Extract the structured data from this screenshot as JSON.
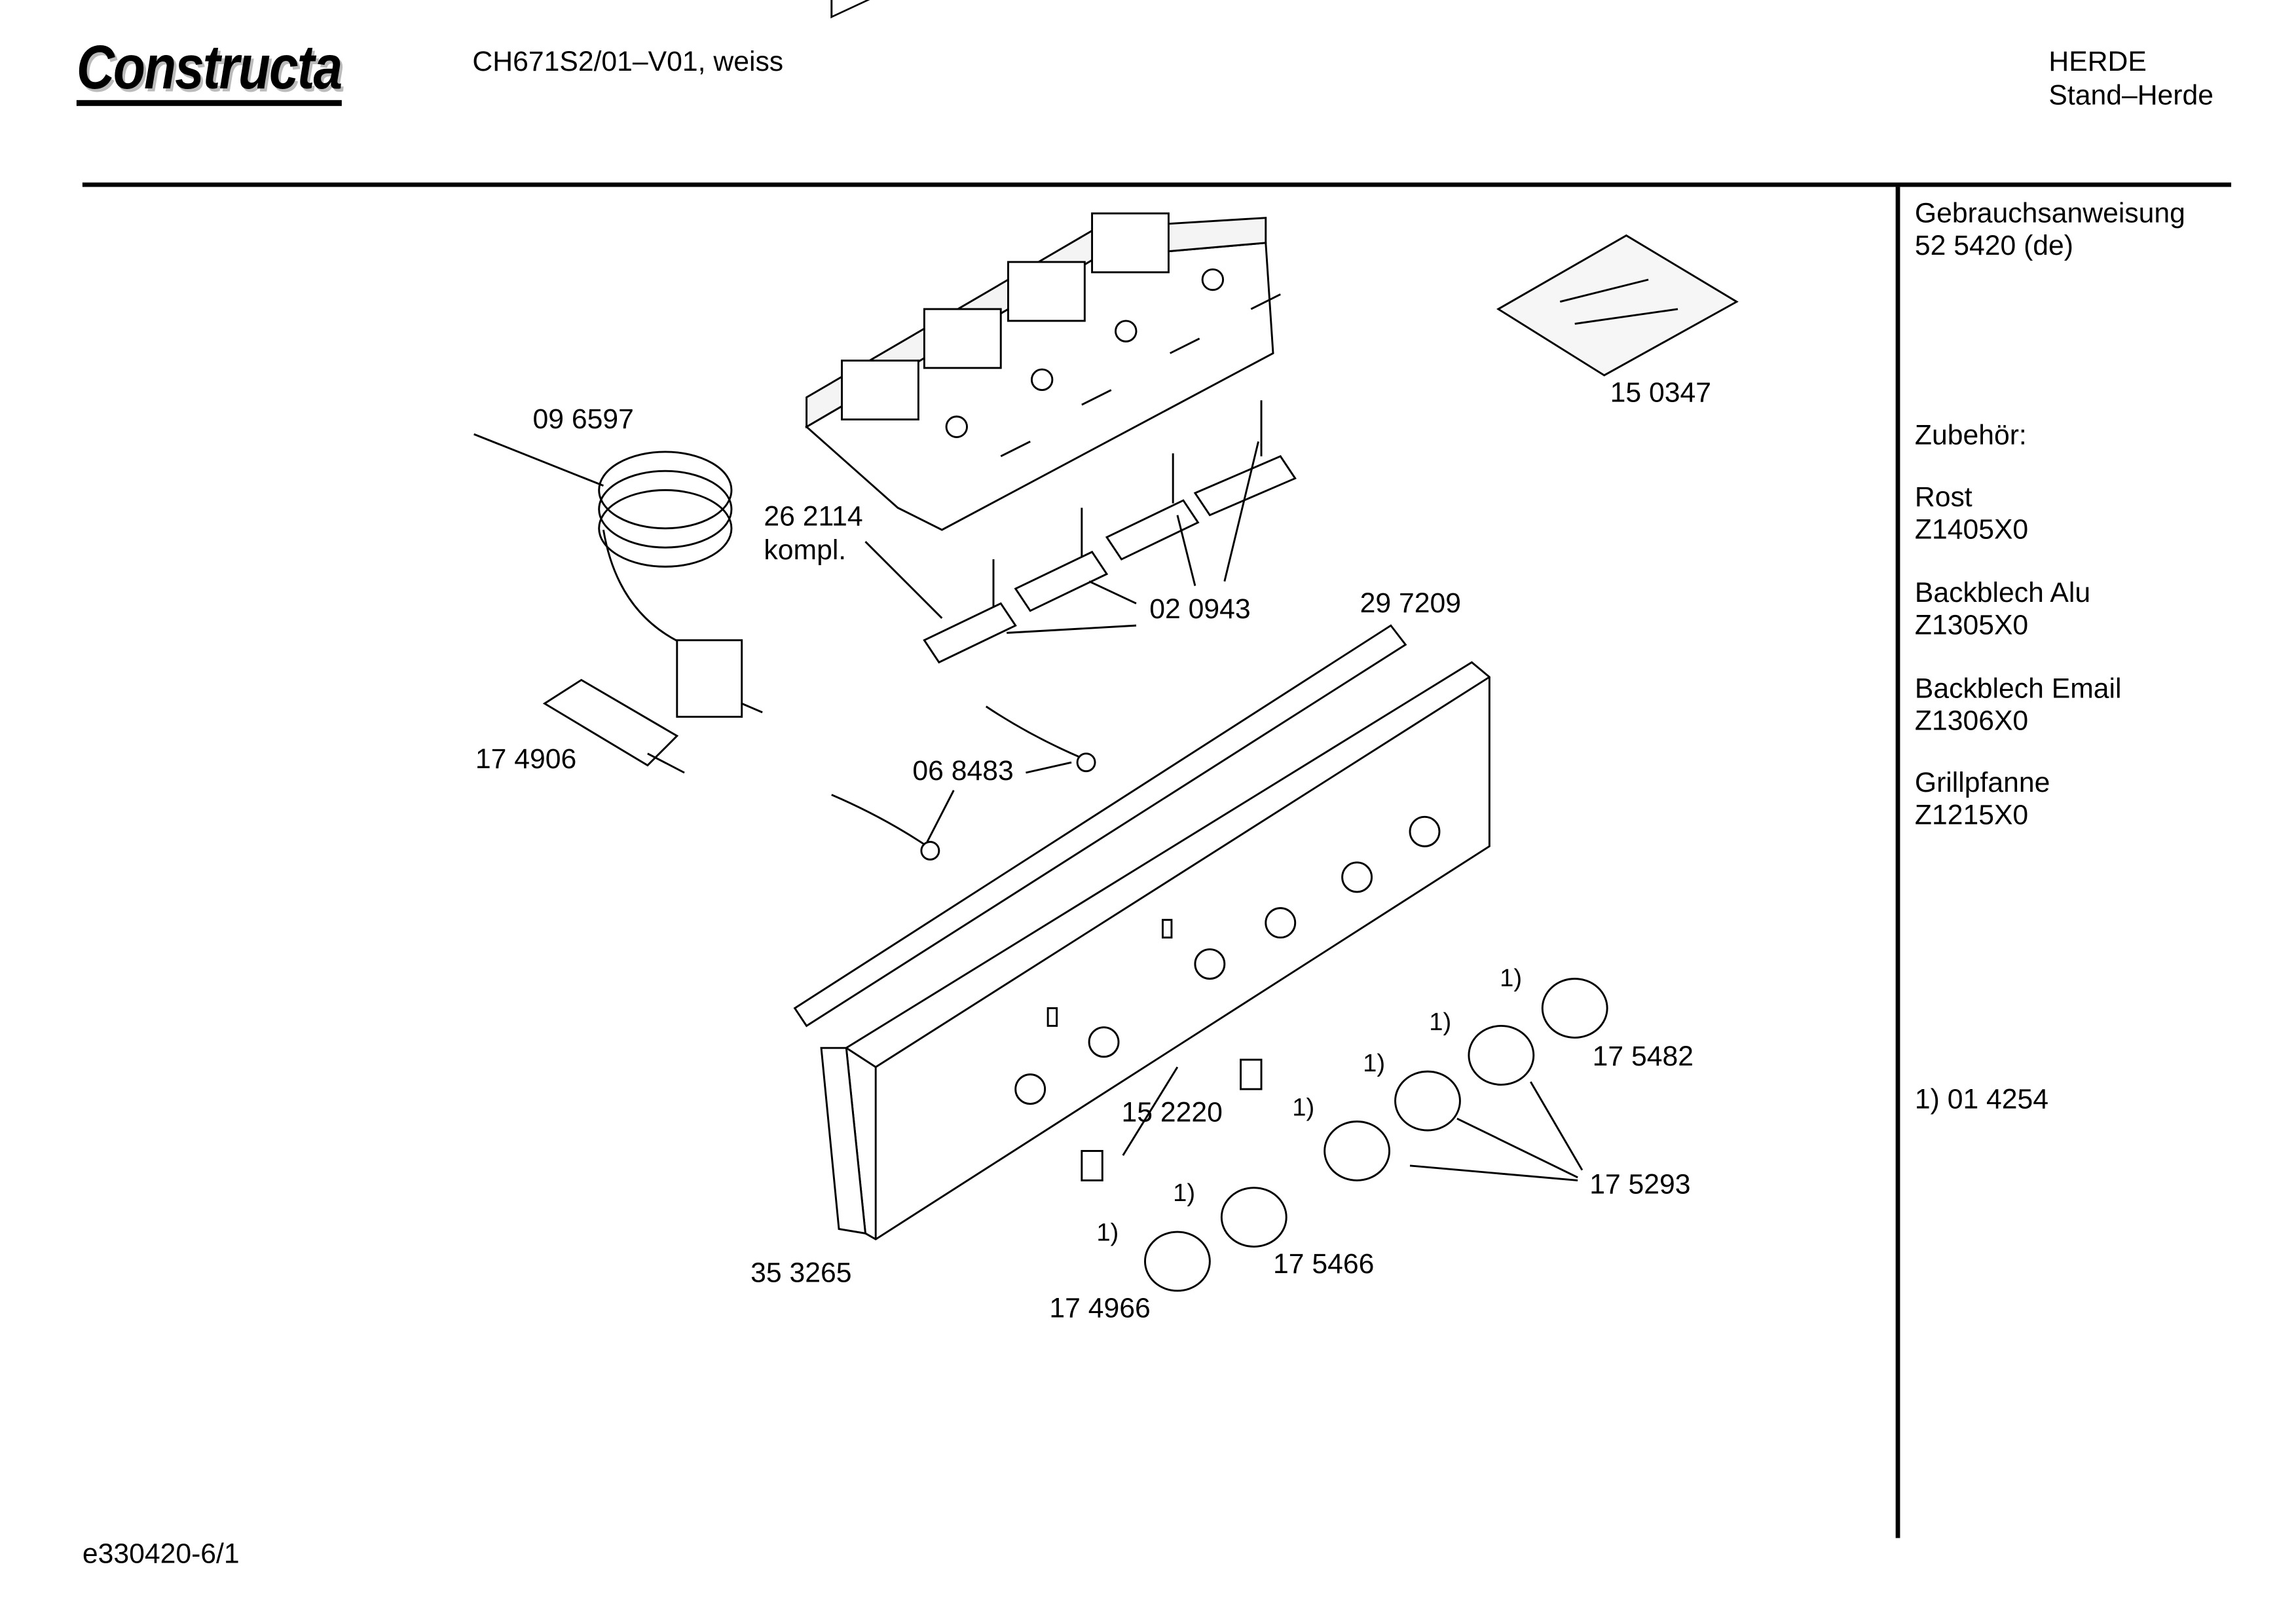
{
  "header": {
    "brand": "Constructa",
    "model": "CH671S2/01–V01, weiss",
    "category": "HERDE",
    "subcategory": "Stand–Herde"
  },
  "sidebar": {
    "manual_label": "Gebrauchsanweisung",
    "manual_number": "52 5420 (de)",
    "accessories_label": "Zubehör:",
    "accessories": [
      {
        "name": "Rost",
        "code": "Z1405X0"
      },
      {
        "name": "Backblech Alu",
        "code": "Z1305X0"
      },
      {
        "name": "Backblech Email",
        "code": "Z1306X0"
      },
      {
        "name": "Grillpfanne",
        "code": "Z1215X0"
      }
    ],
    "footnote": "1) 01 4254"
  },
  "parts": {
    "p150347": "15 0347",
    "p096597": "09 6597",
    "p262114": "26 2114",
    "kompl": "kompl.",
    "p020943": "02 0943",
    "p297209": "29 7209",
    "p174906": "17 4906",
    "p068483": "06 8483",
    "p175482": "17 5482",
    "p152220": "15 2220",
    "p175293": "17 5293",
    "p353265": "35 3265",
    "p175466": "17 5466",
    "p174966": "17 4966",
    "fn": "1)"
  },
  "footer": {
    "doc_id": "e330420-6/1"
  }
}
